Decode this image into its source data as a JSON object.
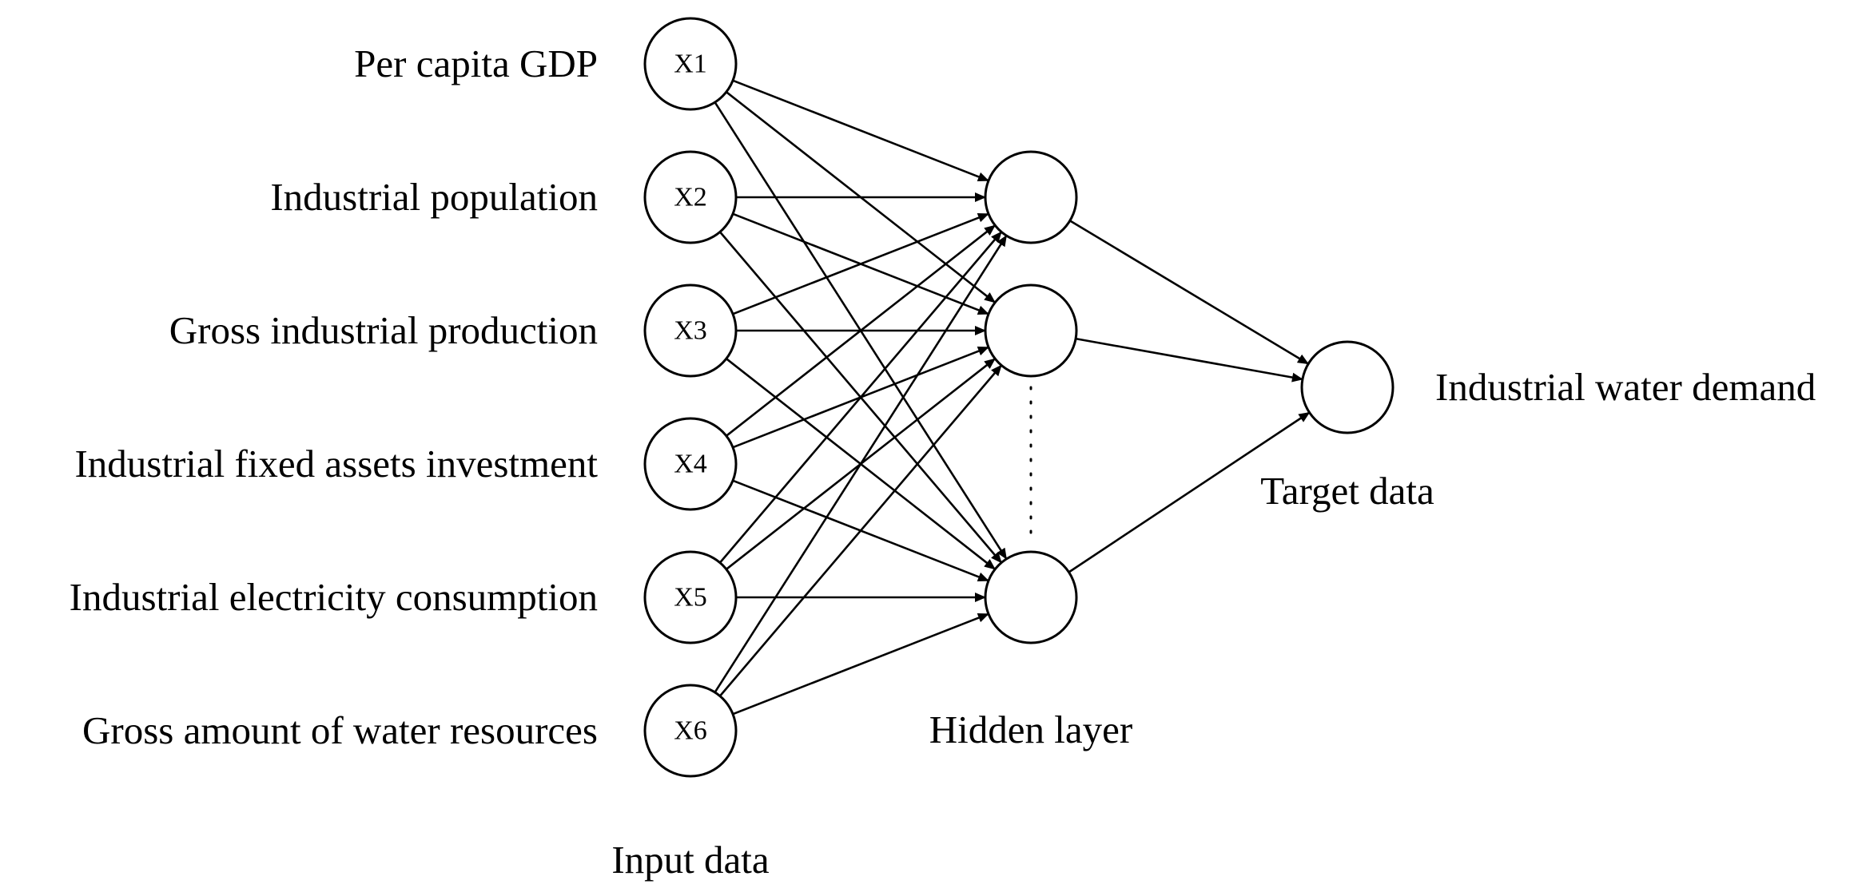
{
  "inputs": [
    {
      "node": "X1",
      "label": "Per capita GDP"
    },
    {
      "node": "X2",
      "label": "Industrial population"
    },
    {
      "node": "X3",
      "label": "Gross industrial production"
    },
    {
      "node": "X4",
      "label": "Industrial fixed assets investment"
    },
    {
      "node": "X5",
      "label": "Industrial electricity consumption"
    },
    {
      "node": "X6",
      "label": "Gross amount of water resources"
    }
  ],
  "hidden_node_count": 3,
  "captions": {
    "input": "Input data",
    "hidden": "Hidden layer",
    "target": "Target data"
  },
  "output": {
    "label": "Industrial water demand"
  }
}
